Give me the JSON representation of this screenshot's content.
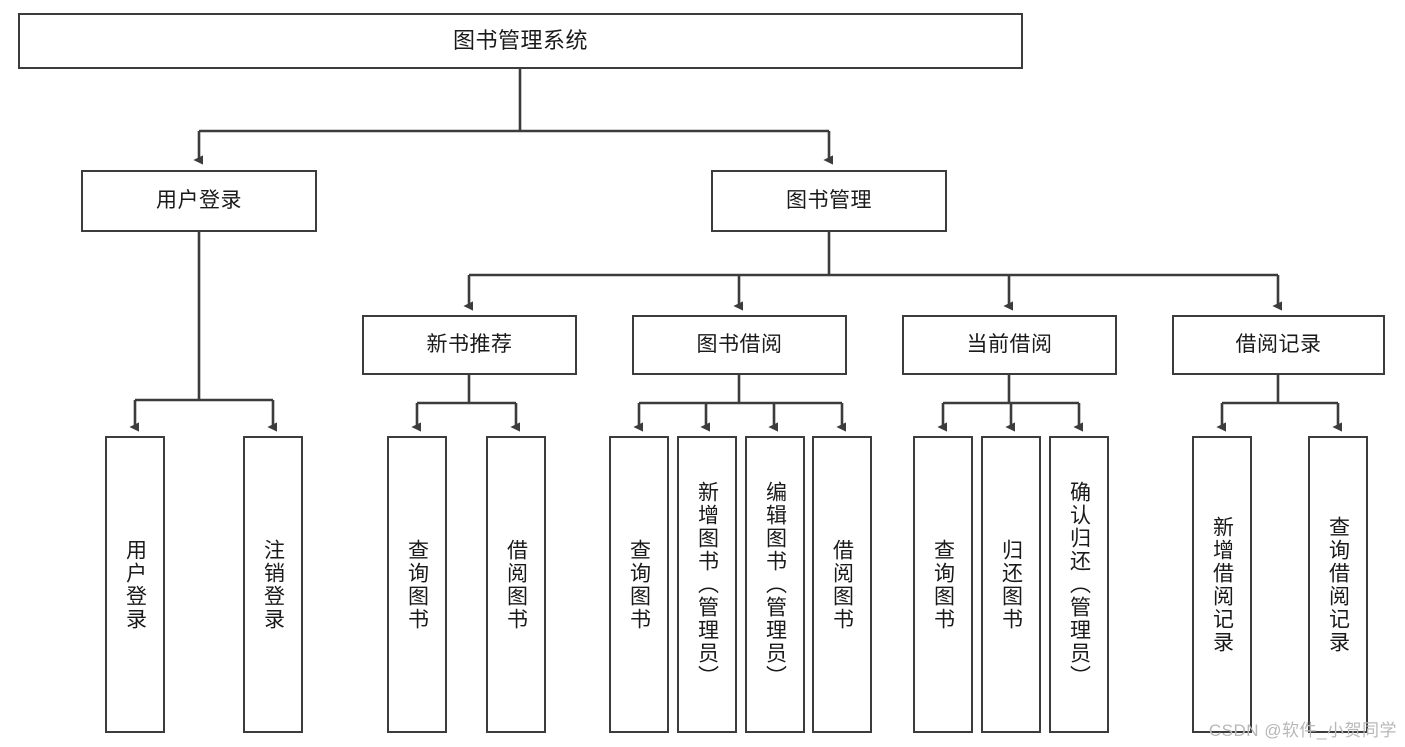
{
  "diagram": {
    "title": "图书管理系统",
    "type": "tree",
    "line_color": "#3c3c3c",
    "box_fill": "#ffffff",
    "text_color": "#1a1a1a"
  },
  "watermark": {
    "text": "CSDN @软件_小贺同学",
    "color": "#b8b8b8"
  },
  "nodes": {
    "root": {
      "label": "图书管理系统",
      "level": 1
    },
    "level2": [
      {
        "id": "user-login",
        "label": "用户登录"
      },
      {
        "id": "book-manage",
        "label": "图书管理"
      }
    ],
    "level3": [
      {
        "id": "new-book-recommend",
        "label": "新书推荐",
        "parent": "book-manage"
      },
      {
        "id": "book-borrow",
        "label": "图书借阅",
        "parent": "book-manage"
      },
      {
        "id": "current-borrow",
        "label": "当前借阅",
        "parent": "book-manage"
      },
      {
        "id": "borrow-record",
        "label": "借阅记录",
        "parent": "book-manage"
      }
    ],
    "leaves": [
      {
        "id": "leaf-user-login",
        "label": "用户登录",
        "parent": "user-login"
      },
      {
        "id": "leaf-user-logout",
        "label": "注销登录",
        "parent": "user-login"
      },
      {
        "id": "leaf-query-book-1",
        "label": "查询图书",
        "parent": "new-book-recommend"
      },
      {
        "id": "leaf-borrow-book-1",
        "label": "借阅图书",
        "parent": "new-book-recommend"
      },
      {
        "id": "leaf-query-book-2",
        "label": "查询图书",
        "parent": "book-borrow"
      },
      {
        "id": "leaf-add-book",
        "label": "新增图书（管理员）",
        "parent": "book-borrow"
      },
      {
        "id": "leaf-edit-book",
        "label": "编辑图书（管理员）",
        "parent": "book-borrow"
      },
      {
        "id": "leaf-borrow-book-2",
        "label": "借阅图书",
        "parent": "book-borrow"
      },
      {
        "id": "leaf-query-book-3",
        "label": "查询图书",
        "parent": "current-borrow"
      },
      {
        "id": "leaf-return-book",
        "label": "归还图书",
        "parent": "current-borrow"
      },
      {
        "id": "leaf-confirm-return",
        "label": "确认归还（管理员）",
        "parent": "current-borrow"
      },
      {
        "id": "leaf-add-record",
        "label": "新增借阅记录",
        "parent": "borrow-record"
      },
      {
        "id": "leaf-query-record",
        "label": "查询借阅记录",
        "parent": "borrow-record"
      }
    ]
  }
}
